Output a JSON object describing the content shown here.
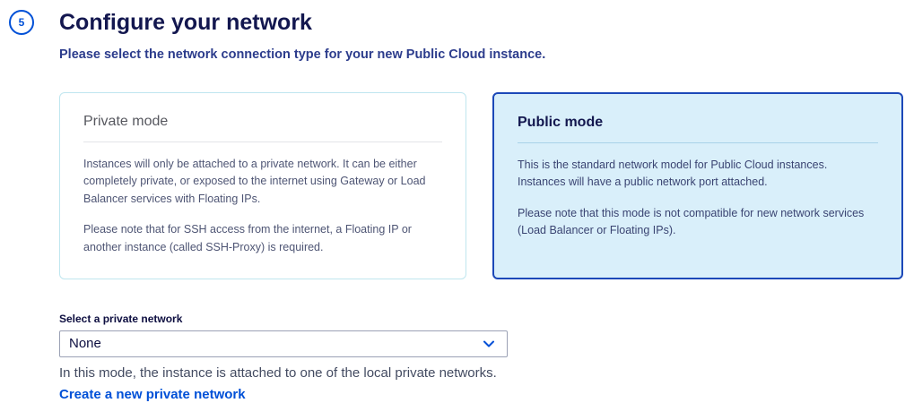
{
  "page": {
    "step_number": "5",
    "title": "Configure your network",
    "subtitle": "Please select the network connection type for your new Public Cloud instance."
  },
  "cards": {
    "private": {
      "title": "Private mode",
      "p1": "Instances will only be attached to a private network. It can be either completely private, or exposed to the internet using Gateway or Load Balancer services with Floating IPs.",
      "p2": "Please note that for SSH access from the internet, a Floating IP or another instance (called SSH-Proxy) is required.",
      "state": "unselected"
    },
    "public": {
      "title": "Public mode",
      "p1": "This is the standard network model for Public Cloud instances. Instances will have a public network port attached.",
      "p2": "Please note that this mode is not compatible for new network services (Load Balancer or Floating IPs).",
      "state": "selected"
    }
  },
  "network_select": {
    "label": "Select a private network",
    "value": "None",
    "chevron_icon": "chevron-down",
    "help_text": "In this mode, the instance is attached to one of the local private networks.",
    "create_link_label": "Create a new private network"
  },
  "colors": {
    "accent": "#0050d7",
    "heading_text": "#13174f",
    "subtitle_text": "#2c3c8c",
    "selected_card_bg": "#d9effa",
    "selected_card_border": "#1c48b8",
    "unselected_card_border": "#bfe6ef"
  }
}
